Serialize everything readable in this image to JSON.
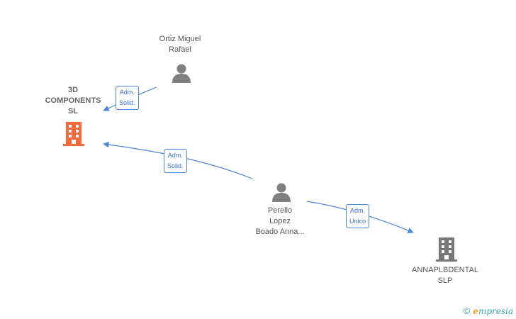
{
  "nodes": {
    "company_3d": {
      "lines": [
        "3D",
        "COMPONENTS",
        "SL"
      ],
      "color": "#f26a3d"
    },
    "company_annapl": {
      "lines": [
        "ANNAPLBDENTAL",
        "SLP"
      ],
      "color": "#777777"
    },
    "person_ortiz": {
      "lines": [
        "Ortiz Miguel",
        "Rafael"
      ]
    },
    "person_perello": {
      "lines": [
        "Perello",
        "Lopez",
        "Boado Anna..."
      ]
    }
  },
  "edges": {
    "ortiz_to_3d": {
      "lines": [
        "Adm.",
        "Solid."
      ]
    },
    "perello_to_3d": {
      "lines": [
        "Adm.",
        "Solid."
      ]
    },
    "perello_to_annapl": {
      "lines": [
        "Adm.",
        "Unico"
      ]
    }
  },
  "colors": {
    "edge": "#4a86d9",
    "person_icon": "#808080"
  },
  "footer": {
    "copyright": "©",
    "brand_first": "e",
    "brand_rest": "mpresia"
  }
}
